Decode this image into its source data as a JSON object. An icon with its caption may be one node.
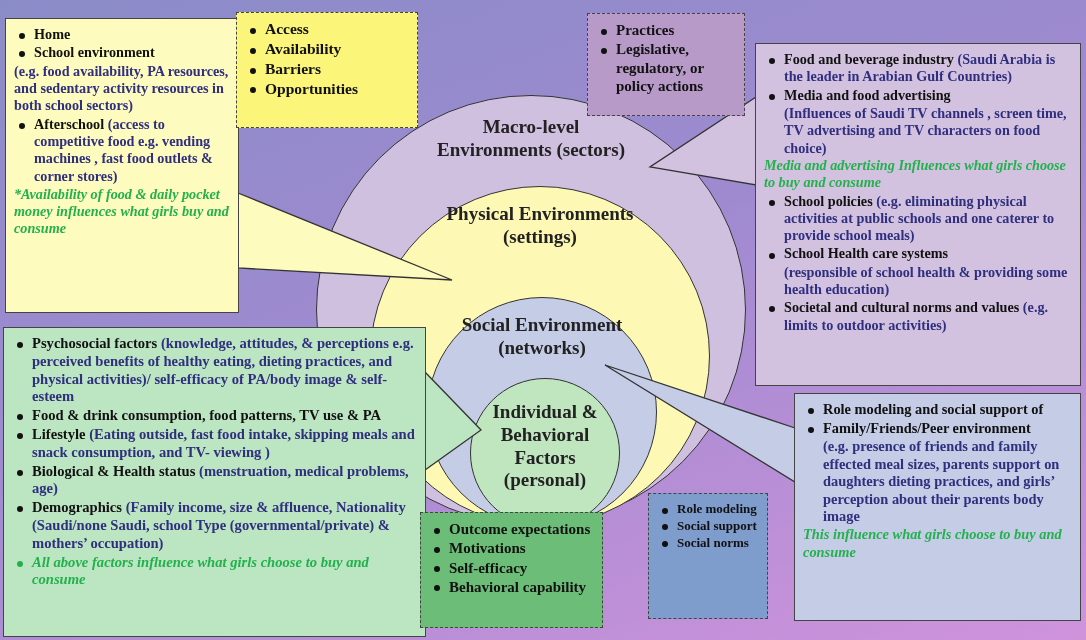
{
  "diagram": {
    "nodes": [
      {
        "text": [
          "Macro-level Environments (sectors)"
        ]
      },
      {
        "text": [
          "Physical Environments (settings)"
        ],
        "in": 0
      },
      {
        "text": [
          "Social Environment (networks)"
        ],
        "in": 1
      },
      {
        "text": [
          "Individual & Behavioral Factors (personal)"
        ],
        "in": 2
      },
      {
        "text": [
          "Home",
          "School environment",
          "(e.g. food availability, PA resources, and sedentary activity resources in both school sectors)",
          "Afterschool",
          "(access to competitive food e.g. vending machines , fast food outlets & corner stores)",
          "*Availability of food & daily pocket money influences what girls buy and consume"
        ]
      },
      {
        "text": [
          "Access",
          "Availability",
          "Barriers",
          "Opportunities"
        ]
      },
      {
        "text": [
          "Practices",
          "Legislative, regulatory, or policy actions"
        ]
      },
      {
        "text": [
          "Food and beverage industry",
          "(Saudi Arabia is the leader in Arabian Gulf Countries)",
          "Media and food advertising",
          "(Influences of Saudi TV channels , screen time, TV advertising and TV characters on food choice)",
          "Media and advertising Influences what girls choose to buy and consume",
          "School policies",
          "(e.g. eliminating physical activities at public schools and one caterer to provide school meals)",
          "School Health care systems",
          "(responsible of school health & providing some health education)",
          "Societal and cultural norms and values",
          "(e.g. limits to outdoor activities)"
        ]
      },
      {
        "text": [
          "Psychosocial factors",
          "(knowledge, attitudes, & perceptions e.g. perceived benefits of healthy eating, dieting practices, and physical activities)/ self-efficacy of PA/body image & self-esteem",
          "Food & drink consumption, food patterns, TV use & PA",
          "Lifestyle",
          "(Eating outside, fast food intake, skipping meals and snack consumption, and TV- viewing )",
          "Biological & Health status",
          "(menstruation, medical problems, age)",
          "Demographics",
          "(Family income, size & affluence, Nationality (Saudi/none Saudi, school Type (governmental/private) & mothers’ occupation)",
          "All above factors influence what girls choose to buy and consume"
        ]
      },
      {
        "text": [
          "Outcome expectations",
          "Motivations",
          "Self-efficacy",
          "Behavioral capability"
        ]
      },
      {
        "text": [
          "Role modeling",
          "Social support",
          "Social norms"
        ]
      },
      {
        "text": [
          "Role modeling and social support of",
          "Family/Friends/Peer environment",
          "(e.g. presence of friends and family effected meal sizes, parents support on daughters dieting practices, and girls’ perception about their parents body image",
          "This influence what girls choose to buy and consume"
        ]
      }
    ],
    "edges": [
      {
        "from": 4,
        "to": 1,
        "arrow": "to"
      },
      {
        "from": 7,
        "to": 0,
        "arrow": "to"
      },
      {
        "from": 8,
        "to": 3,
        "arrow": "to"
      },
      {
        "from": 11,
        "to": 2,
        "arrow": "to"
      }
    ]
  }
}
